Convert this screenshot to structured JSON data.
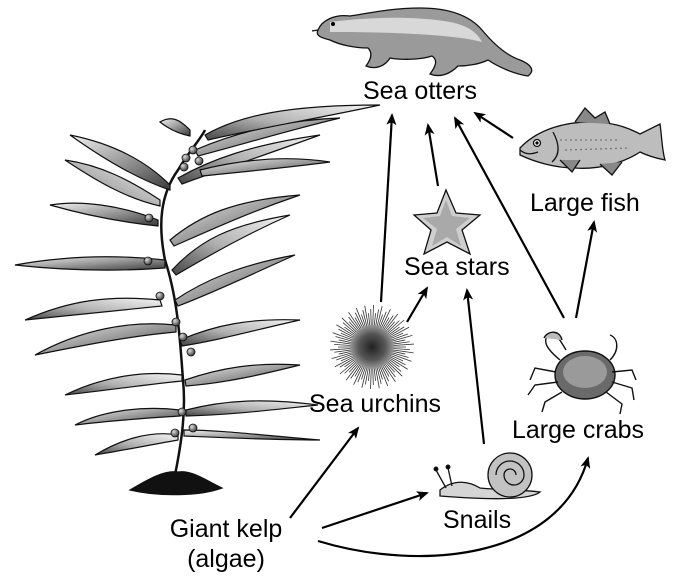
{
  "diagram": {
    "organisms": {
      "sea_otters": "Sea otters",
      "large_fish": "Large fish",
      "sea_stars": "Sea stars",
      "sea_urchins": "Sea urchins",
      "large_crabs": "Large crabs",
      "snails": "Snails",
      "giant_kelp_line1": "Giant kelp",
      "giant_kelp_line2": "(algae)"
    },
    "arrows": [
      {
        "from": "Large fish",
        "to": "Sea otters"
      },
      {
        "from": "Sea stars",
        "to": "Sea otters"
      },
      {
        "from": "Sea urchins",
        "to": "Sea otters"
      },
      {
        "from": "Large crabs",
        "to": "Sea otters"
      },
      {
        "from": "Large crabs",
        "to": "Large fish"
      },
      {
        "from": "Sea urchins",
        "to": "Sea stars"
      },
      {
        "from": "Snails",
        "to": "Sea stars"
      },
      {
        "from": "Giant kelp (algae)",
        "to": "Sea urchins"
      },
      {
        "from": "Giant kelp (algae)",
        "to": "Snails"
      },
      {
        "from": "Giant kelp (algae)",
        "to": "Large crabs"
      }
    ],
    "icons": [
      "sea-otter-icon",
      "large-fish-icon",
      "sea-star-icon",
      "sea-urchin-icon",
      "large-crab-icon",
      "snail-icon",
      "giant-kelp-icon"
    ],
    "colors": {
      "ink": "#000000",
      "background": "#ffffff"
    }
  }
}
